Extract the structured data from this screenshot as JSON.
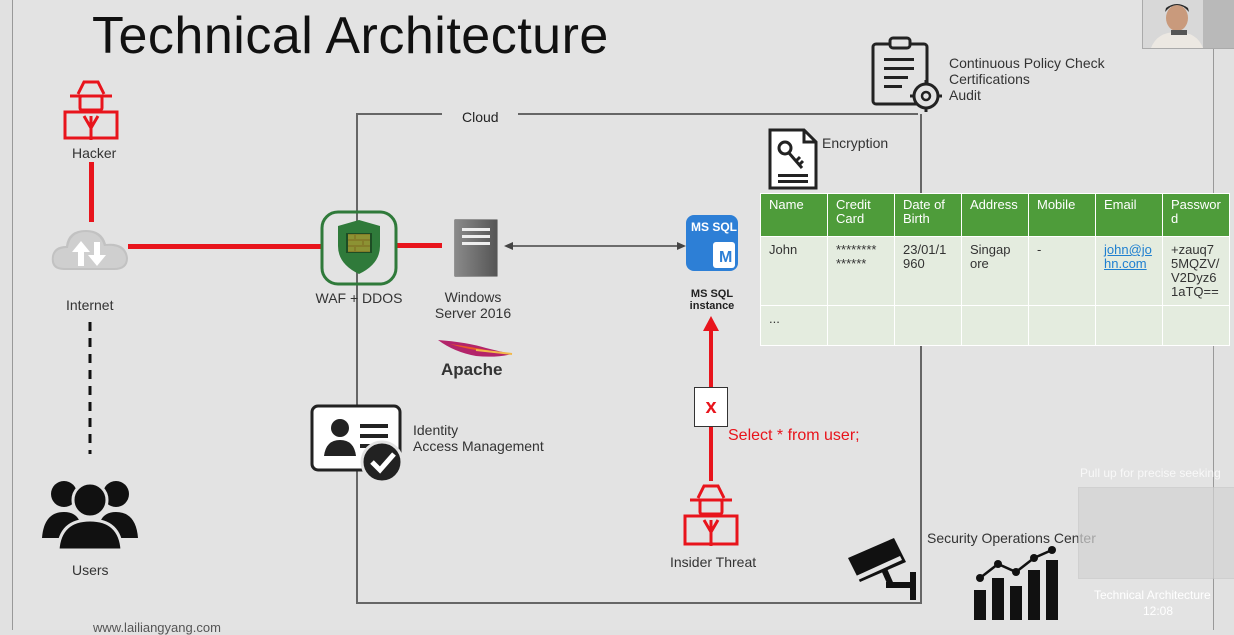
{
  "title": "Technical Architecture",
  "hacker_label": "Hacker",
  "internet_label": "Internet",
  "users_label": "Users",
  "cloud_label": "Cloud",
  "waf_label": "WAF + DDOS",
  "windows_label_1": "Windows",
  "windows_label_2": "Server 2016",
  "apache_label": "Apache",
  "mssql_icon_text": "MS SQL",
  "mssql_icon_letter": "M",
  "mssql_label_1": "MS SQL",
  "mssql_label_2": "instance",
  "iam_label_1": "Identity",
  "iam_label_2": "Access Management",
  "policy": [
    "Continuous Policy Check",
    "Certifications",
    "Audit"
  ],
  "encryption_label": "Encryption",
  "table": {
    "headers": [
      [
        "Name"
      ],
      [
        "Credit",
        "Card"
      ],
      [
        "Date of",
        "Birth"
      ],
      [
        "Address"
      ],
      [
        "Mobile"
      ],
      [
        "Email"
      ],
      [
        "Passwor",
        "d"
      ]
    ],
    "row1": {
      "name": "John",
      "card": [
        "********",
        "******"
      ],
      "dob": [
        "23/01/1",
        "960"
      ],
      "address": [
        "Singap",
        "ore"
      ],
      "mobile": "-",
      "email": [
        "john@jo",
        "hn.com"
      ],
      "password": [
        "+zauq7",
        "5MQZV/",
        "V2Dyz6",
        "1aTQ=="
      ]
    },
    "row2_name": "..."
  },
  "block_mark": "x",
  "sql_text": "Select * from user;",
  "insider_label": "Insider Threat",
  "soc_label": "Security Operations Center",
  "footer_url": "www.lailiangyang.com",
  "overlay": {
    "hint": "Pull up for precise seeking",
    "thumb_title": "Technical Architecture",
    "thumb_time": "12:08"
  },
  "colors": {
    "red": "#e8141c",
    "table_header": "#4e9c3a",
    "table_cell": "#e4ecdf",
    "shield": "#2f7a3a",
    "mssql": "#2d7fd6"
  }
}
